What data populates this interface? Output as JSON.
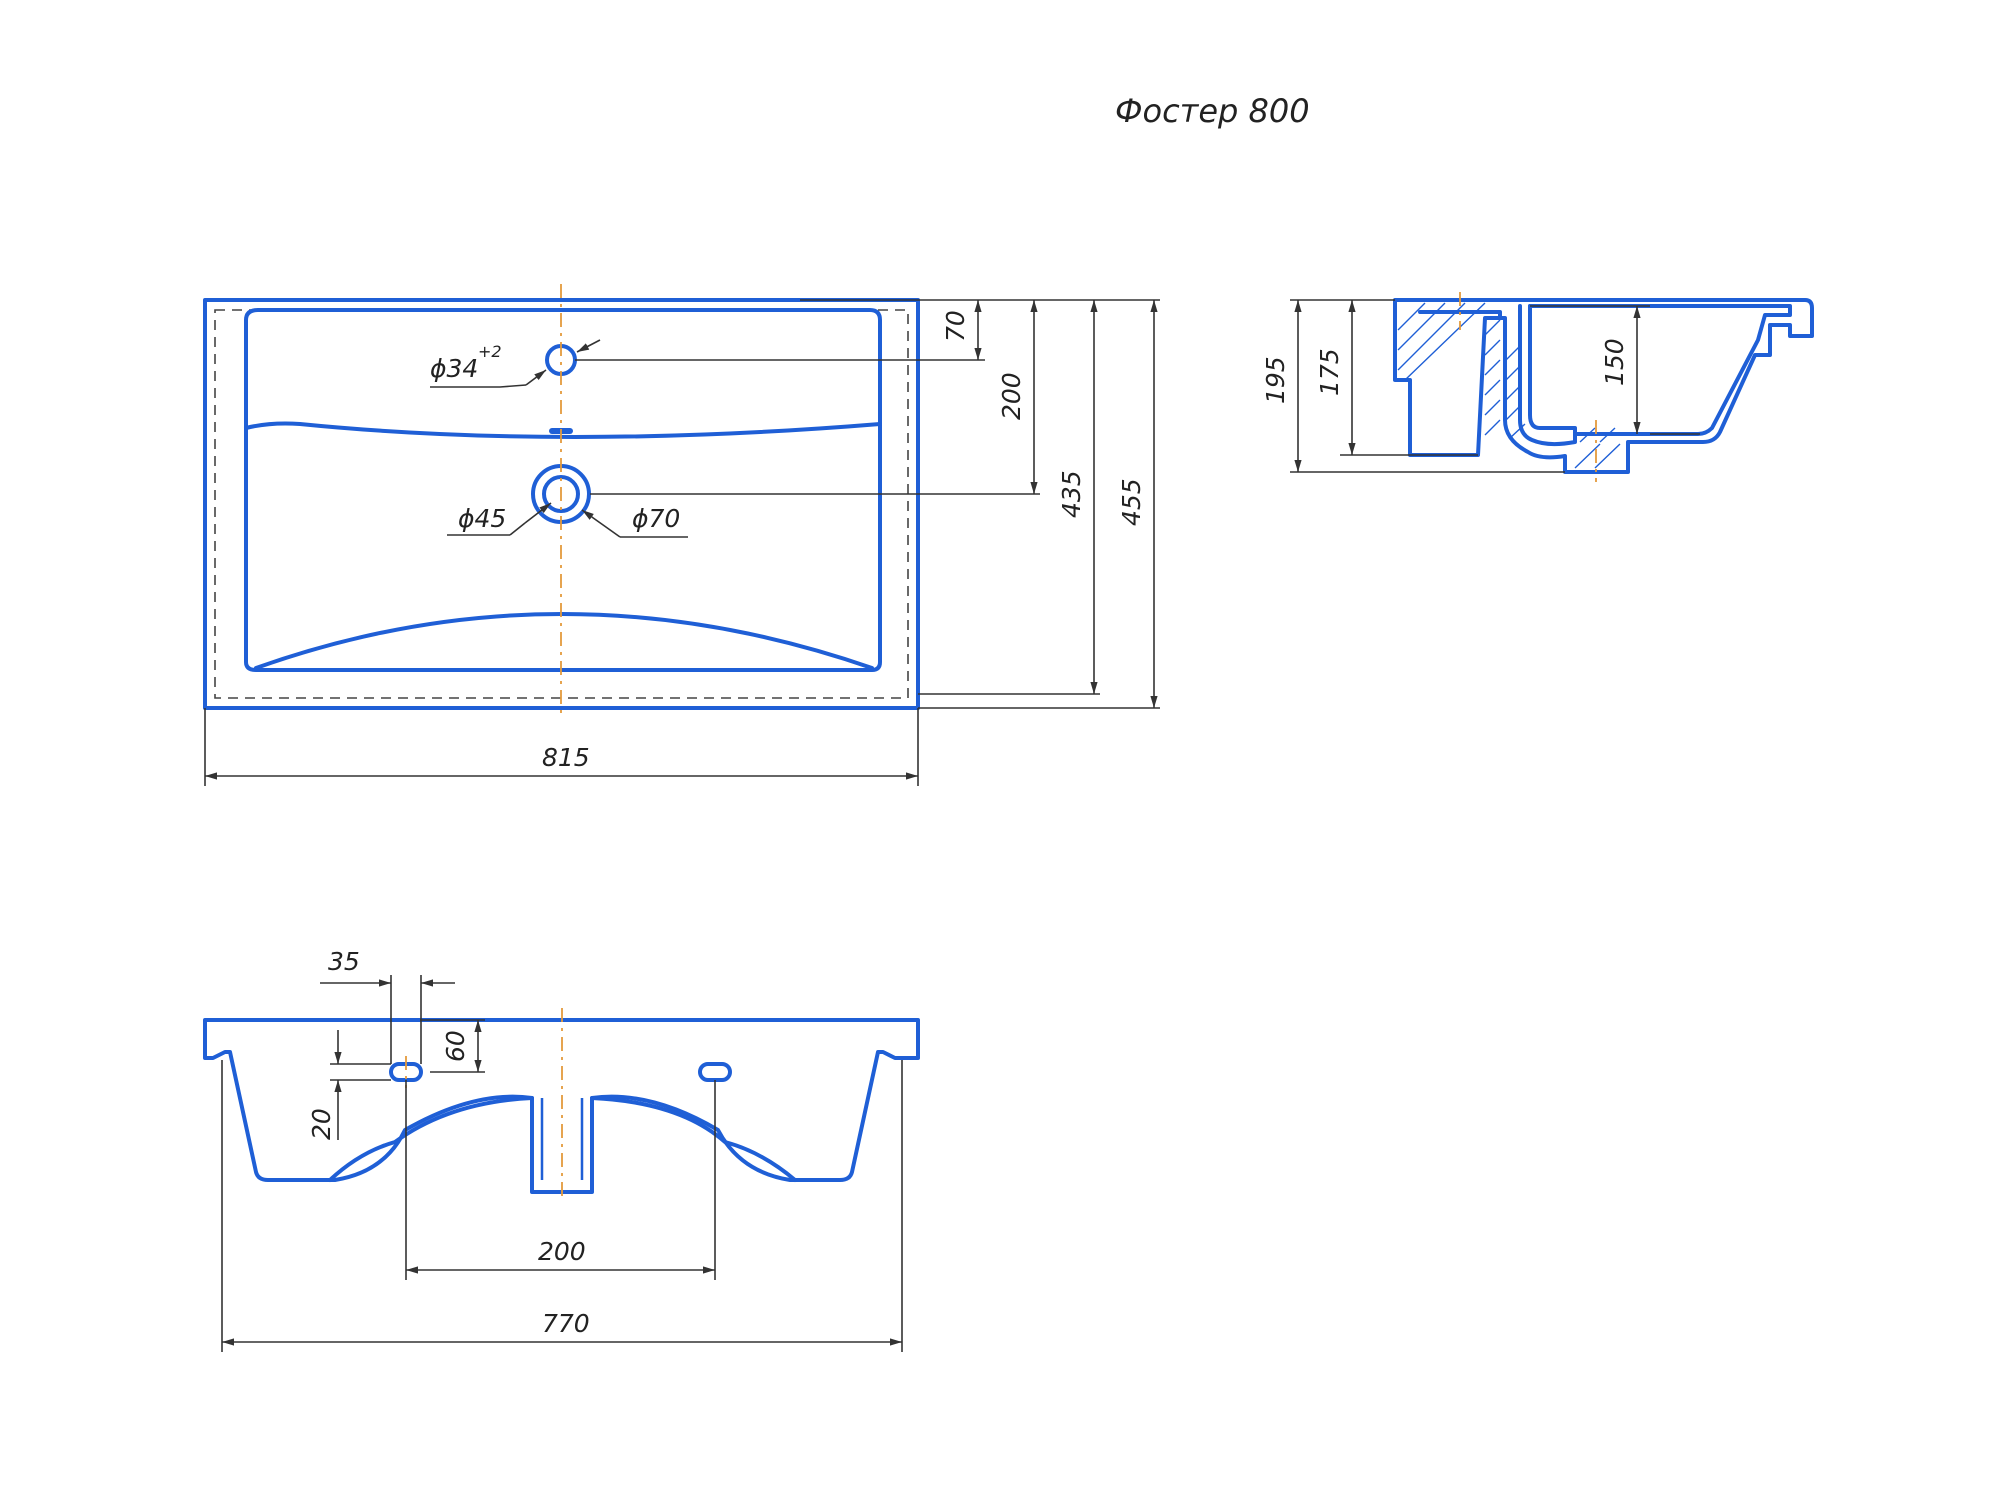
{
  "title": "Фостер 800",
  "top_view": {
    "width": "815",
    "dim_70": "70",
    "dim_200": "200",
    "dim_435": "435",
    "dim_455": "455",
    "faucet_hole": "ϕ34",
    "faucet_tol": "+2",
    "drain_inner": "ϕ45",
    "drain_outer": "ϕ70"
  },
  "side_view": {
    "dim_195": "195",
    "dim_175": "175",
    "dim_150": "150"
  },
  "rear_view": {
    "dim_35": "35",
    "dim_60": "60",
    "dim_20": "20",
    "dim_200": "200",
    "dim_770": "770"
  },
  "colors": {
    "outline": "#1f5fd6",
    "axis": "#e39a3c",
    "dimension": "#333333"
  }
}
